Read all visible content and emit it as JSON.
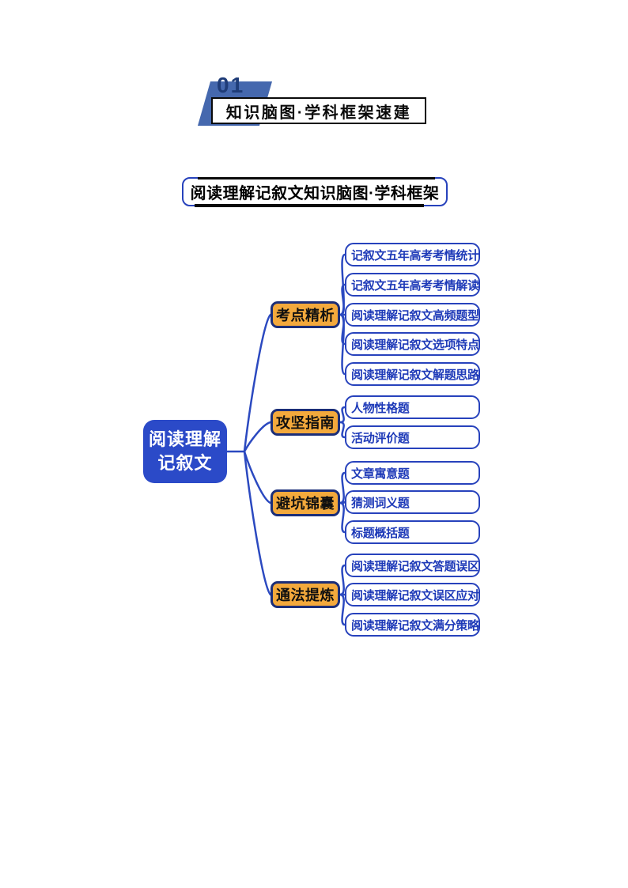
{
  "header": {
    "section_number": "01",
    "section_title": "知识脑图·学科框架速建"
  },
  "map_title": "阅读理解记叙文知识脑图·学科框架",
  "mindmap": {
    "root": {
      "line1": "阅读理解",
      "line2": "记叙文"
    },
    "branches": [
      {
        "label": "考点精析",
        "children": [
          "记叙文五年高考考情统计",
          "记叙文五年高考考情解读",
          "阅读理解记叙文高频题型",
          "阅读理解记叙文选项特点",
          "阅读理解记叙文解题思路"
        ]
      },
      {
        "label": "攻坚指南",
        "children": [
          "人物性格题",
          "活动评价题"
        ]
      },
      {
        "label": "避坑锦囊",
        "children": [
          "文章寓意题",
          "猜测词义题",
          "标题概括题"
        ]
      },
      {
        "label": "通法提炼",
        "children": [
          "阅读理解记叙文答题误区",
          "阅读理解记叙文误区应对",
          "阅读理解记叙文满分策略"
        ]
      }
    ]
  },
  "colors": {
    "banner_blue": "#4568AE",
    "badge_number_blue": "#1F3C78",
    "root_fill": "#2B4AC8",
    "root_text": "#FFFFFF",
    "branch_fill": "#F3A93C",
    "branch_border": "#1B2E78",
    "branch_text": "#101010",
    "leaf_border": "#2742BC",
    "leaf_text": "#1E3AB8",
    "connector": "#2B49C0",
    "title_border": "#2742BC"
  }
}
